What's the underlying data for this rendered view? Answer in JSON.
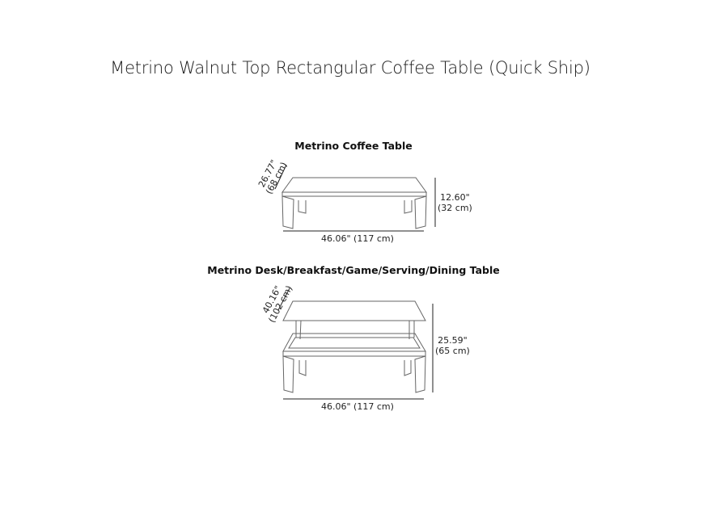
{
  "title": "Metrino Walnut Top Rectangular Coffee Table (Quick Ship)",
  "diagrams": [
    {
      "heading": "Metrino Coffee Table",
      "depth": [
        "26.77\"",
        "(68 cm)"
      ],
      "height": [
        "12.60\"",
        "(32 cm)"
      ],
      "width": "46.06\" (117 cm)"
    },
    {
      "heading": "Metrino Desk/Breakfast/Game/Serving/Dining Table",
      "depth": [
        "40.16\"",
        "(102 cm)"
      ],
      "height": [
        "25.59\"",
        "(65 cm)"
      ],
      "width": "46.06\" (117 cm)"
    }
  ],
  "colors": {
    "line": "#555555",
    "dim_line": "#222222",
    "text": "#111111"
  }
}
